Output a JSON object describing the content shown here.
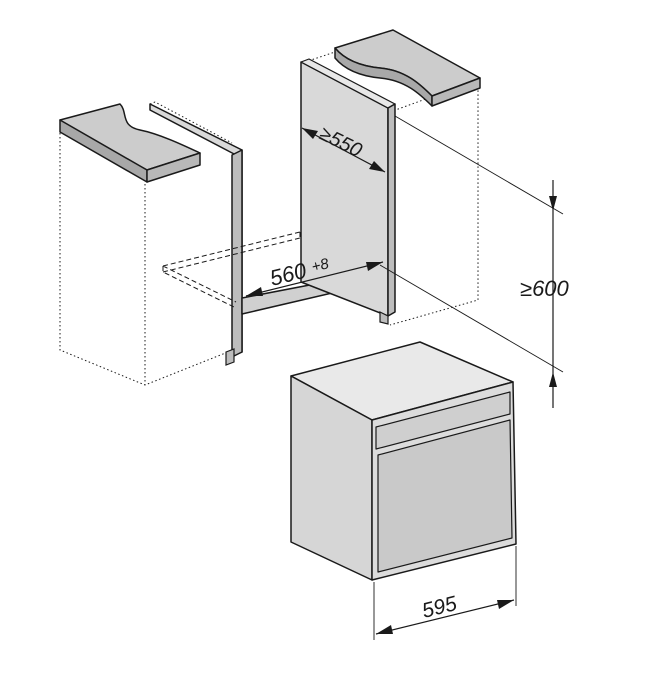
{
  "diagram": {
    "dimensions": {
      "depth": "≥550",
      "niche_width": "560",
      "niche_width_tolerance": "+8",
      "height": "≥600",
      "oven_width": "595"
    }
  },
  "colors": {
    "line": "#1a1a1a",
    "panel": "#d9d9d9",
    "panel_dark": "#bdbdbd",
    "countertop": "#cccccc",
    "oven_body": "#d6d6d6",
    "oven_top": "#e9e9e9",
    "oven_front": "#c9c9c9"
  }
}
